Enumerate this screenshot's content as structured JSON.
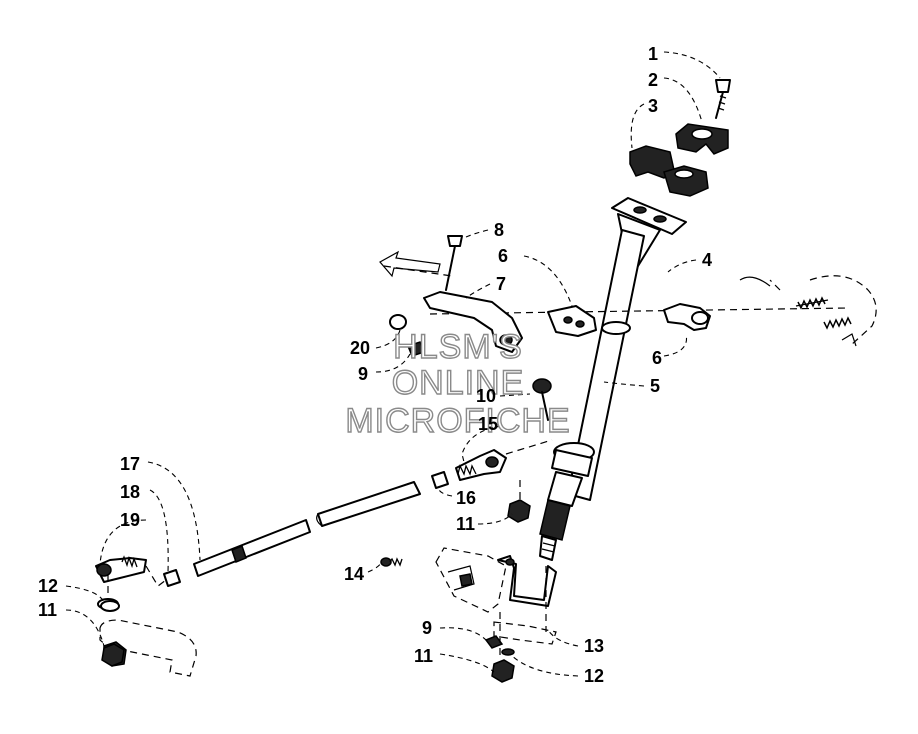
{
  "watermark": {
    "lines": [
      "HLSM'S",
      "ONLINE",
      "MICROFICHE"
    ]
  },
  "callouts": [
    {
      "id": "c1",
      "label": "1"
    },
    {
      "id": "c2",
      "label": "2"
    },
    {
      "id": "c3",
      "label": "3"
    },
    {
      "id": "c4",
      "label": "4"
    },
    {
      "id": "c5",
      "label": "5"
    },
    {
      "id": "c6a",
      "label": "6"
    },
    {
      "id": "c6b",
      "label": "6"
    },
    {
      "id": "c7",
      "label": "7"
    },
    {
      "id": "c8",
      "label": "8"
    },
    {
      "id": "c9a",
      "label": "9"
    },
    {
      "id": "c9b",
      "label": "9"
    },
    {
      "id": "c10",
      "label": "10"
    },
    {
      "id": "c11a",
      "label": "11"
    },
    {
      "id": "c11b",
      "label": "11"
    },
    {
      "id": "c11c",
      "label": "11"
    },
    {
      "id": "c12a",
      "label": "12"
    },
    {
      "id": "c12b",
      "label": "12"
    },
    {
      "id": "c13",
      "label": "13"
    },
    {
      "id": "c14",
      "label": "14"
    },
    {
      "id": "c15",
      "label": "15"
    },
    {
      "id": "c16",
      "label": "16"
    },
    {
      "id": "c17",
      "label": "17"
    },
    {
      "id": "c18",
      "label": "18"
    },
    {
      "id": "c19",
      "label": "19"
    },
    {
      "id": "c20",
      "label": "20"
    }
  ]
}
